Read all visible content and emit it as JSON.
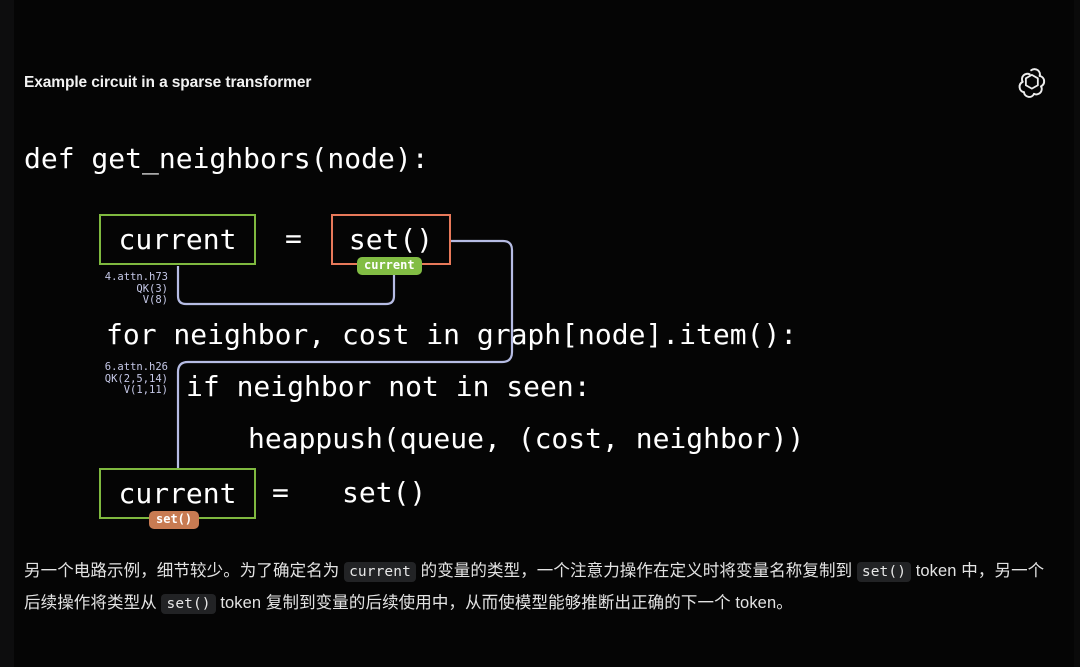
{
  "header": {
    "title": "Example circuit in a sparse transformer",
    "logo": "openai-logo"
  },
  "code": {
    "line_def": "def get_neighbors(node):",
    "line_for": "for neighbor, cost in graph[node].item():",
    "line_if": "if neighbor not in seen:",
    "line_heap": "heappush(queue, (cost, neighbor))",
    "box_current_1": "current",
    "box_set_1": "set()",
    "box_current_2": "current",
    "equals_1": "=",
    "equals_2": "=",
    "set_plain_2": "set()"
  },
  "badges": {
    "current": "current",
    "set": "set()"
  },
  "annotations": {
    "head_1": "4.attn.h73\nQK(3)\nV(8)",
    "head_2": "6.attn.h26\nQK(2,5,14)\nV(1,11)"
  },
  "caption": {
    "seg_1": "另一个电路示例，细节较少。为了确定名为 ",
    "code_1": "current",
    "seg_2": " 的变量的类型，一个注意力操作在定义时将变量名称复制到 ",
    "code_2": "set()",
    "seg_3": " token 中，另一个后续操作将类型从 ",
    "code_3": "set()",
    "seg_4": " token 复制到变量的后续使用中，从而使模型能够推断出正确的下一个 token。"
  },
  "colors": {
    "background": "#050505",
    "text": "#ffffff",
    "box_green": "#7fb93f",
    "box_salmon": "#e8795a",
    "badge_green": "#82bd44",
    "badge_orange": "#c87b52",
    "connector": "#b6bce4",
    "annotation_text": "#c6c9e8",
    "caption_text": "#e3e3e3"
  }
}
